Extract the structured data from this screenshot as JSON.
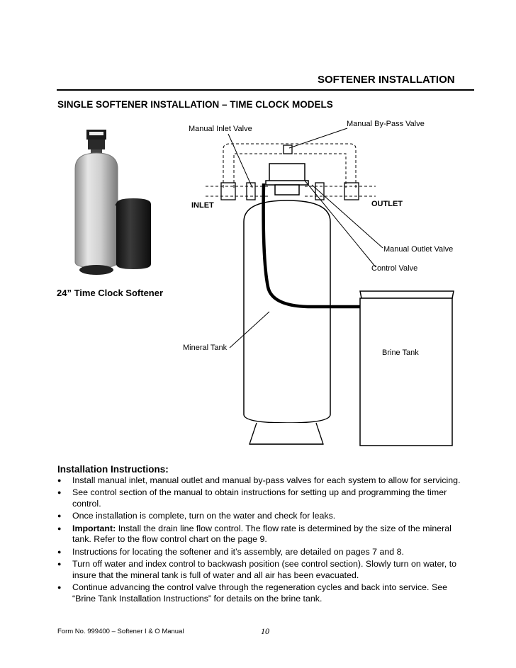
{
  "header": {
    "title": "SOFTENER INSTALLATION",
    "section_title": "SINGLE SOFTENER INSTALLATION – TIME CLOCK MODELS"
  },
  "photo": {
    "caption": "24” Time Clock Softener"
  },
  "diagram": {
    "labels": {
      "manual_inlet_valve": "Manual Inlet Valve",
      "manual_bypass_valve": "Manual By-Pass Valve",
      "inlet": "INLET",
      "outlet": "OUTLET",
      "manual_outlet_valve": "Manual Outlet Valve",
      "control_valve": "Control Valve",
      "mineral_tank": "Mineral Tank",
      "brine_tank": "Brine Tank"
    }
  },
  "instructions": {
    "title": "Installation Instructions:",
    "items": [
      {
        "bold": "",
        "text": "Install manual inlet, manual outlet and manual by-pass valves for each system to allow for servicing."
      },
      {
        "bold": "",
        "text": "See control section of the manual to obtain instructions for setting up and programming the timer control."
      },
      {
        "bold": "",
        "text": "Once installation is complete, turn on the water and check for leaks."
      },
      {
        "bold": "Important:",
        "text": " Install the drain line flow control. The flow rate is determined by the size of the mineral tank. Refer to the flow control chart on the page 9."
      },
      {
        "bold": "",
        "text": "Instructions for locating the softener and it’s assembly, are detailed on pages 7 and 8."
      },
      {
        "bold": "",
        "text": "Turn off water and index control to backwash position (see control section). Slowly turn on water, to insure that the mineral tank is full of water and all air has been evacuated."
      },
      {
        "bold": "",
        "text": "Continue advancing the control valve through the regeneration cycles and back into service. See “Brine Tank Installation Instructions” for details on the brine tank."
      }
    ]
  },
  "footer": {
    "form_no": "Form No. 999400 – Softener I & O Manual",
    "page": "10"
  }
}
